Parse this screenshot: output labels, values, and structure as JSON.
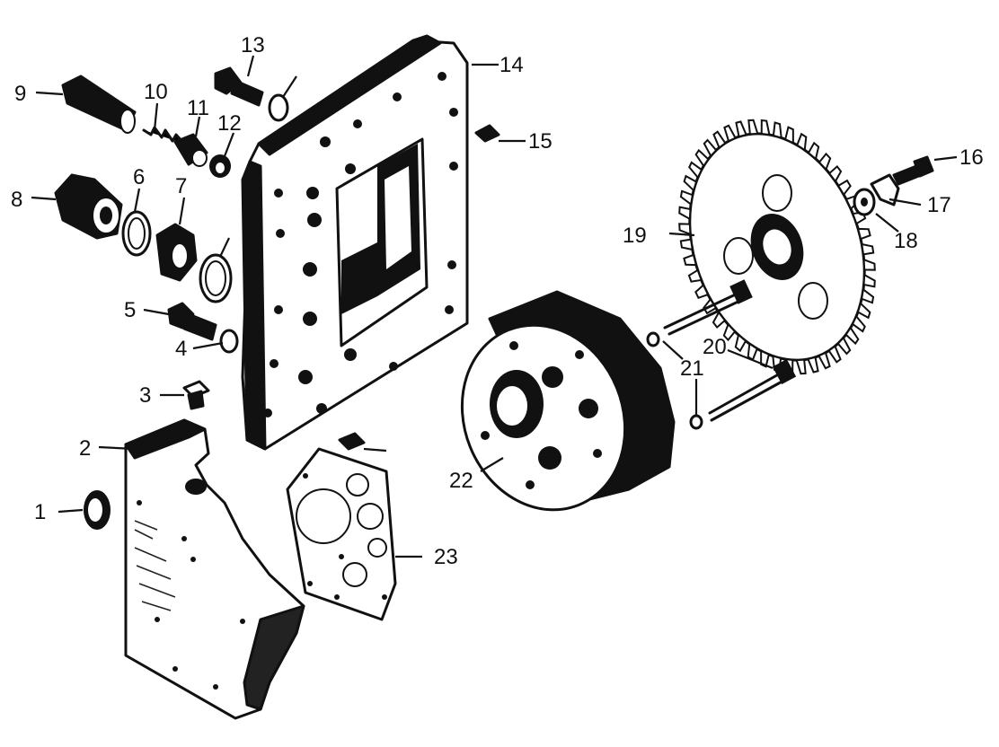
{
  "diagram": {
    "type": "exploded-parts-drawing",
    "callouts": [
      {
        "id": "1",
        "text": "1"
      },
      {
        "id": "2",
        "text": "2"
      },
      {
        "id": "3",
        "text": "3"
      },
      {
        "id": "4",
        "text": "4"
      },
      {
        "id": "5",
        "text": "5"
      },
      {
        "id": "6",
        "text": "6"
      },
      {
        "id": "7",
        "text": "7"
      },
      {
        "id": "8",
        "text": "8"
      },
      {
        "id": "9",
        "text": "9"
      },
      {
        "id": "10",
        "text": "10"
      },
      {
        "id": "11",
        "text": "11"
      },
      {
        "id": "12",
        "text": "12"
      },
      {
        "id": "13",
        "text": "13"
      },
      {
        "id": "14",
        "text": "14"
      },
      {
        "id": "15",
        "text": "15"
      },
      {
        "id": "16",
        "text": "16"
      },
      {
        "id": "17",
        "text": "17"
      },
      {
        "id": "18",
        "text": "18"
      },
      {
        "id": "19",
        "text": "19"
      },
      {
        "id": "20",
        "text": "20"
      },
      {
        "id": "21",
        "text": "21"
      },
      {
        "id": "22",
        "text": "22"
      },
      {
        "id": "23",
        "text": "23"
      }
    ]
  },
  "colors": {
    "ink": "#111111",
    "paper": "#ffffff"
  }
}
